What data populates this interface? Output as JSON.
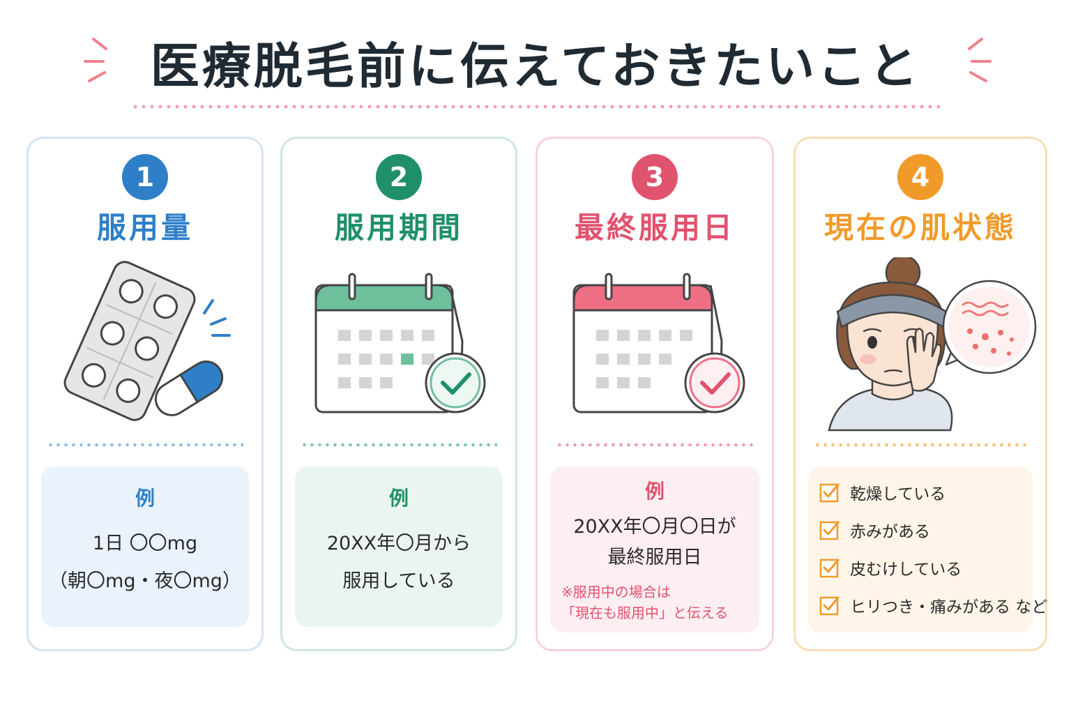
{
  "title": "医療脱毛前に伝えておきたいこと",
  "colors": {
    "blue": "#2f7fc8",
    "green": "#1f9067",
    "pink": "#e0536f",
    "orange": "#f09a2a"
  },
  "cards": [
    {
      "number": "1",
      "title": "服用量",
      "icon": "pill-pack-icon",
      "example_label": "例",
      "lines": [
        "1日 〇〇mg",
        "（朝〇mg・夜〇mg）"
      ]
    },
    {
      "number": "2",
      "title": "服用期間",
      "icon": "calendar-check-icon",
      "example_label": "例",
      "lines": [
        "20XX年〇月から",
        "服用している"
      ]
    },
    {
      "number": "3",
      "title": "最終服用日",
      "icon": "calendar-check-icon",
      "example_label": "例",
      "lines": [
        "20XX年〇月〇日が",
        "最終服用日"
      ],
      "note": [
        "※服用中の場合は",
        "「現在も服用中」と伝える"
      ]
    },
    {
      "number": "4",
      "title": "現在の肌状態",
      "icon": "woman-skin-icon",
      "checklist": [
        "乾燥している",
        "赤みがある",
        "皮むけしている",
        "ヒリつき・痛みがある など"
      ]
    }
  ]
}
